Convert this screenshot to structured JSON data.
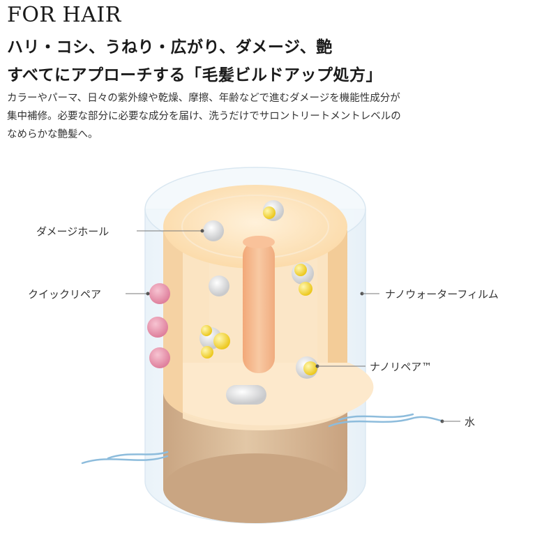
{
  "title": "FOR HAIR",
  "headline_lines": [
    "ハリ・コシ、うねり・広がり、ダメージ、艶",
    "すべてにアプローチする「毛髪ビルドアップ処方」"
  ],
  "description_lines": [
    "カラーやパーマ、日々の紫外線や乾燥、摩擦、年齢などで進むダメージを機能性成分が",
    "集中補修。必要な部分に必要な成分を届け、洗うだけでサロントリートメントレベルの",
    "なめらかな艶髪へ。"
  ],
  "diagram": {
    "labels": {
      "damage_hole": "ダメージホール",
      "quick_repair": "クイックリペア",
      "nano_water_film": "ナノウォーターフィルム",
      "nano_repair": "ナノリペア™",
      "water": "水"
    },
    "colors": {
      "cortex_top": "#fde2b8",
      "cortex_side": "#fbe6c6",
      "cuticle": "#d8b996",
      "medulla": "#f5b98e",
      "film": "#dcebf5",
      "quick_repair": "#e890a8",
      "nano_repair": "#f0d43a",
      "water_wave": "#7fb2d6"
    }
  }
}
